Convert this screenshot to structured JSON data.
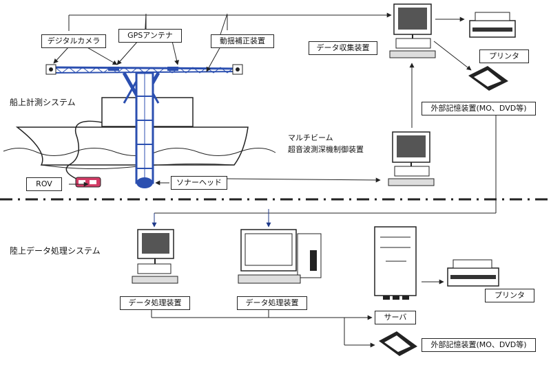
{
  "labels": {
    "digital_camera": "デジタルカメラ",
    "gps_antenna": "GPSアンテナ",
    "motion_sensor": "動揺補正装置",
    "data_collection": "データ収集装置",
    "printer_top": "プリンタ",
    "ext_storage_top": "外部記憶装置(MO、DVD等)",
    "ship_system": "船上計測システム",
    "multibeam_line1": "マルチビーム",
    "multibeam_line2": "超音波測深機制御装置",
    "rov": "ROV",
    "sonar_head": "ソナーヘッド",
    "land_system": "陸上データ処理システム",
    "data_processing_1": "データ処理装置",
    "data_processing_2": "データ処理装置",
    "server": "サーバ",
    "printer_bottom": "プリンタ",
    "ext_storage_bottom": "外部記憶装置(MO、DVD等)"
  },
  "colors": {
    "line": "#222222",
    "flow_arrow": "#1f3a8a",
    "mast": "#2b4fb0",
    "rov": "#d23c66"
  }
}
